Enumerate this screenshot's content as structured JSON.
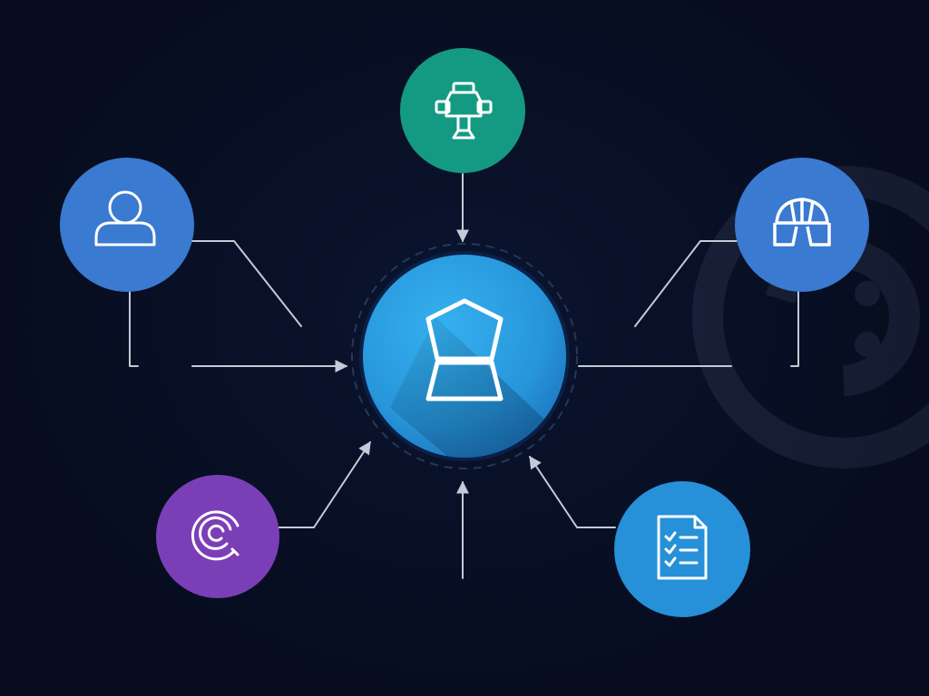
{
  "diagram": {
    "background": "#070d1f",
    "hub": {
      "icon": "pentagon-shield-icon",
      "color": "#2a9fe0",
      "ring_color": "#27375a"
    },
    "nodes": [
      {
        "id": "top",
        "icon": "robot-icon",
        "color": "#149a83"
      },
      {
        "id": "left",
        "icon": "user-icon",
        "color": "#3a7ad0"
      },
      {
        "id": "right",
        "icon": "umbrella-shelter-icon",
        "color": "#3a7ad0"
      },
      {
        "id": "bottom-left",
        "icon": "spiral-target-icon",
        "color": "#7a3fb6"
      },
      {
        "id": "bottom-right",
        "icon": "checklist-document-icon",
        "color": "#2690d8"
      }
    ],
    "connector_color": "#c4cad6",
    "watermark": "swirl-watermark-icon"
  }
}
